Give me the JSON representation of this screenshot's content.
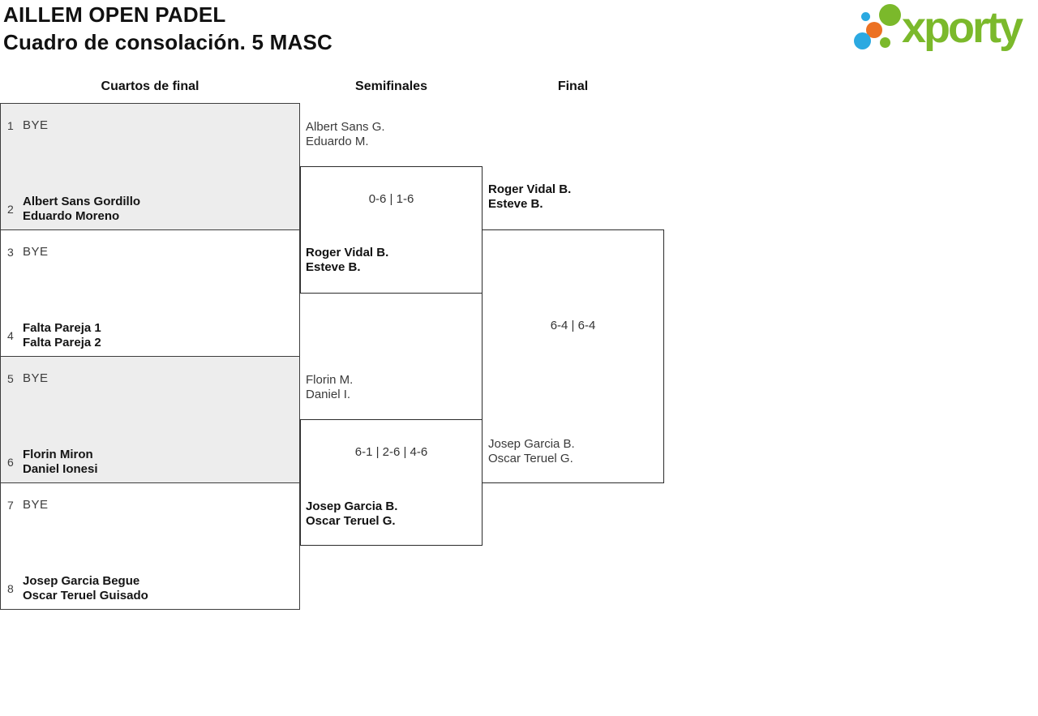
{
  "header": {
    "title": "AILLEM OPEN PADEL",
    "subtitle": "Cuadro de consolación. 5 MASC"
  },
  "logo": {
    "wordmark": "xporty",
    "colors": {
      "green": "#7bb92b",
      "blue": "#2ba9e1",
      "orange": "#ec7123"
    }
  },
  "round_headers": [
    "Cuartos de final",
    "Semifinales",
    "Final"
  ],
  "quarterfinals": [
    {
      "seed_top": "1",
      "top_lines": [
        "BYE"
      ],
      "seed_bottom": "2",
      "bottom_lines": [
        "Albert Sans Gordillo",
        "Eduardo Moreno"
      ],
      "shaded": true
    },
    {
      "seed_top": "3",
      "top_lines": [
        "BYE"
      ],
      "seed_bottom": "4",
      "bottom_lines": [
        "Falta Pareja 1",
        "Falta Pareja 2"
      ],
      "shaded": false
    },
    {
      "seed_top": "5",
      "top_lines": [
        "BYE"
      ],
      "seed_bottom": "6",
      "bottom_lines": [
        "Florin Miron",
        "Daniel Ionesi"
      ],
      "shaded": true
    },
    {
      "seed_top": "7",
      "top_lines": [
        "BYE"
      ],
      "seed_bottom": "8",
      "bottom_lines": [
        "Josep Garcia Begue",
        "Oscar Teruel Guisado"
      ],
      "shaded": false
    }
  ],
  "semifinals": [
    {
      "top_team": [
        "Albert Sans G.",
        "Eduardo M."
      ],
      "score": "0-6 | 1-6",
      "bottom_team": [
        "Roger Vidal B.",
        "Esteve B."
      ],
      "winner": "bottom"
    },
    {
      "top_team": [
        "Florin M.",
        "Daniel I."
      ],
      "score": "6-1 | 2-6 | 4-6",
      "bottom_team": [
        "Josep Garcia B.",
        "Oscar Teruel G."
      ],
      "winner": "bottom"
    }
  ],
  "final": {
    "top_team": [
      "Roger Vidal B.",
      "Esteve B."
    ],
    "score": "6-4 | 6-4",
    "bottom_team": [
      "Josep Garcia B.",
      "Oscar Teruel G."
    ],
    "winner": "top"
  },
  "shaded_box_color": "#ededed"
}
